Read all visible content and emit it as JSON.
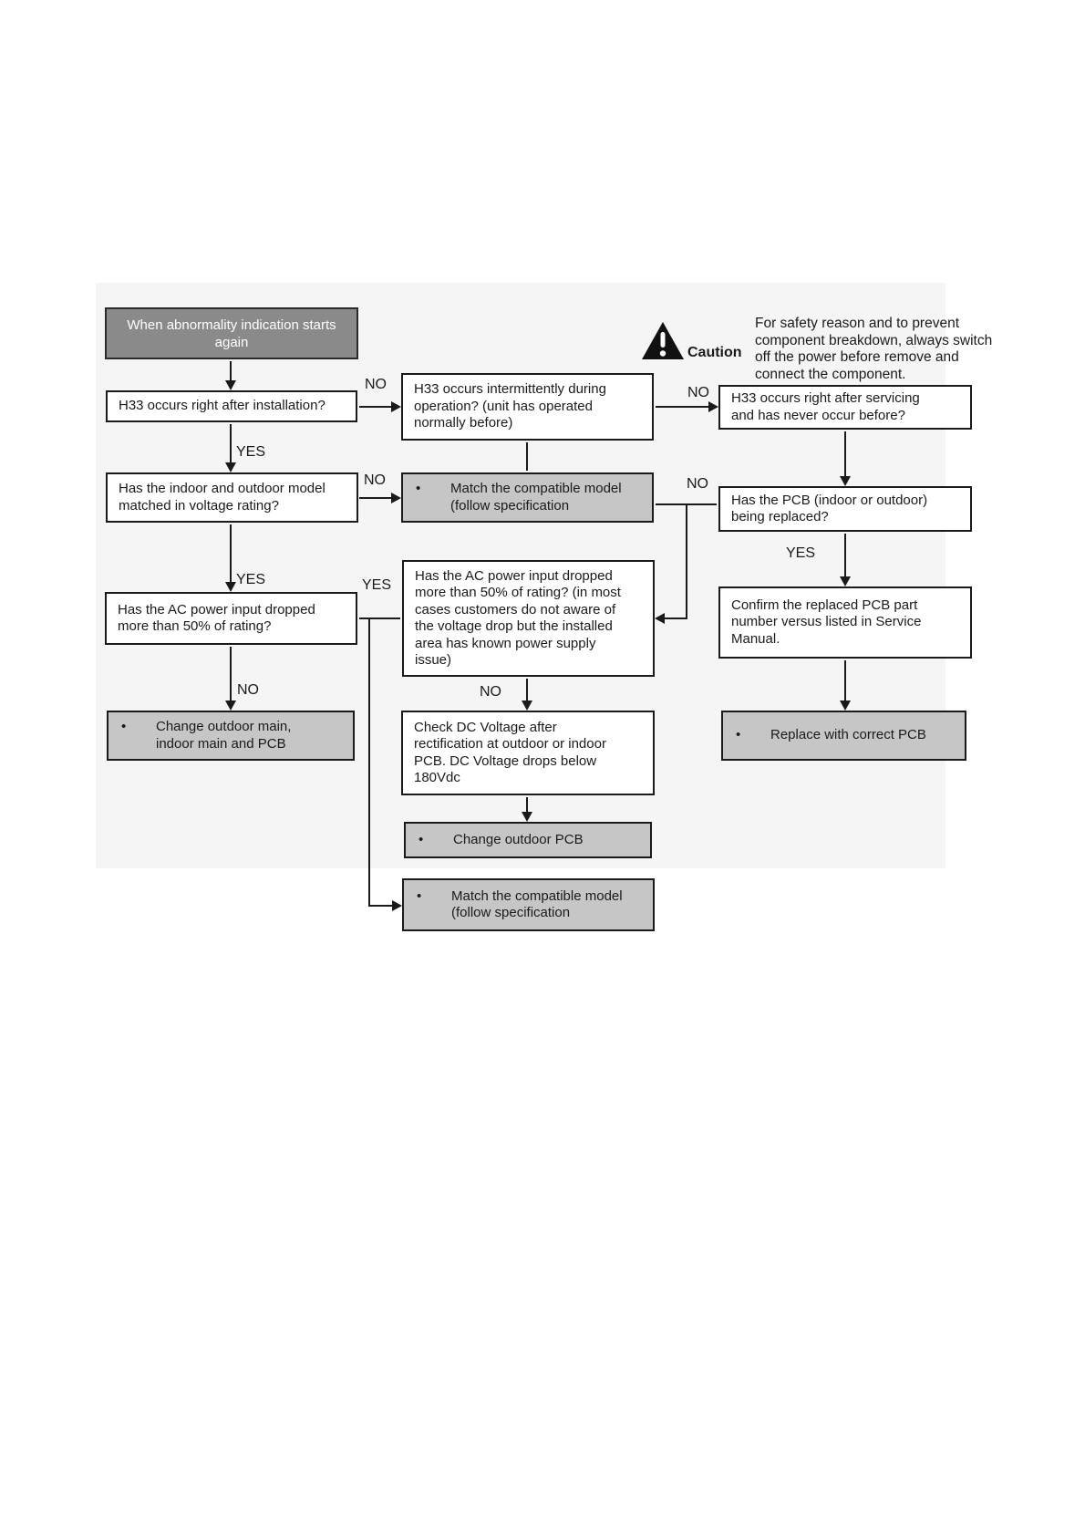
{
  "glyphs": {
    "bullet": "•"
  },
  "caution": {
    "label": "Caution",
    "lines": [
      "For safety reason and to prevent",
      "component breakdown, always switch",
      "off the power before remove and",
      "connect the component."
    ]
  },
  "nodes": {
    "start": "When abnormality indication starts again",
    "q_install": "H33 occurs right after installation?",
    "q_model": "Has the indoor and outdoor model matched in voltage rating?",
    "q_ac_short": "Has the AC power input dropped more than 50% of rating?",
    "act_change_main": "Change outdoor main, indoor main and PCB",
    "q_intermittent": "H33 occurs intermittently during operation? (unit has operated normally before)",
    "act_match_top": "Match the compatible model (follow specification",
    "q_ac_long": "Has the AC power input dropped more than 50% of rating? (in most cases customers do not aware of the voltage drop but the installed area has known power supply issue)",
    "check_dc": "Check DC Voltage after rectification at outdoor or indoor PCB. DC Voltage drops below 180Vdc",
    "act_change_pcb": "Change outdoor PCB",
    "act_match_bottom": "Match the compatible model (follow specification",
    "q_service": "H33 occurs right after servicing and has never occur before?",
    "q_pcb": "Has the PCB (indoor or outdoor) being replaced?",
    "confirm_pcb": "Confirm the replaced PCB part number versus listed in Service Manual.",
    "act_replace_pcb": "Replace with correct PCB"
  },
  "edge_labels": {
    "install_no": "NO",
    "install_yes": "YES",
    "model_no": "NO",
    "model_yes": "YES",
    "ac_yes": "YES",
    "ac_short_no": "NO",
    "intermittent_no": "NO",
    "pcb_no": "NO",
    "pcb_yes": "YES",
    "ac_long_no": "NO"
  },
  "colors": {
    "start_fill": "#8a8a8a",
    "action_fill": "#c6c6c6",
    "question_fill": "#ffffff",
    "line": "#1a1a1a",
    "backdrop": "#f5f5f5"
  }
}
